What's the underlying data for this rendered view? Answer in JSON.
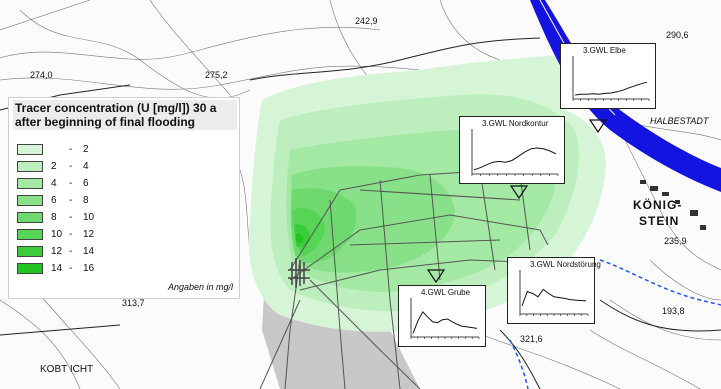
{
  "legend": {
    "title": "Tracer concentration (U [mg/l]) 30 a after beginning of final flooding",
    "unit_note": "Angaben in mg/l",
    "classes": [
      {
        "from": "",
        "to": "2",
        "color": "#d6f5d6"
      },
      {
        "from": "2",
        "to": "4",
        "color": "#bdeebd"
      },
      {
        "from": "4",
        "to": "6",
        "color": "#a3e8a3"
      },
      {
        "from": "6",
        "to": "8",
        "color": "#88e088"
      },
      {
        "from": "8",
        "to": "10",
        "color": "#6fd96f"
      },
      {
        "from": "10",
        "to": "12",
        "color": "#55d455"
      },
      {
        "from": "12",
        "to": "14",
        "color": "#3bcc3b"
      },
      {
        "from": "14",
        "to": "16",
        "color": "#22c422"
      }
    ]
  },
  "insets": [
    {
      "label": "3.GWL Elbe",
      "series": [
        0.1,
        0.12,
        0.12,
        0.13,
        0.12,
        0.14,
        0.15,
        0.18,
        0.22,
        0.28,
        0.33,
        0.38,
        0.42
      ]
    },
    {
      "label": "3.GWL Nordkontur",
      "series": [
        0.1,
        0.15,
        0.22,
        0.28,
        0.3,
        0.28,
        0.32,
        0.42,
        0.52,
        0.6,
        0.62,
        0.6,
        0.55,
        0.48
      ]
    },
    {
      "label": "3.GWL Nordstörung",
      "series": [
        0.2,
        0.55,
        0.5,
        0.42,
        0.6,
        0.5,
        0.42,
        0.4,
        0.38,
        0.35,
        0.34,
        0.33,
        0.32
      ]
    },
    {
      "label": "4.GWL Grube",
      "series": [
        0.1,
        0.45,
        0.7,
        0.55,
        0.42,
        0.4,
        0.48,
        0.5,
        0.42,
        0.35,
        0.3,
        0.28,
        0.26,
        0.24
      ]
    }
  ],
  "map_labels": {
    "elev_274": "274,0",
    "elev_275": "275,2",
    "elev_242": "242,9",
    "elev_290": "290,6",
    "elev_313": "313,7",
    "elev_235": "235,9",
    "elev_193": "193,8",
    "elev_321": "321,6",
    "town_konigstein_1": "KÖNIG-",
    "town_konigstein_2": "STEIN",
    "place_halbestadt": "HALBESTADT",
    "place_kortich": "KOBT ICHT"
  },
  "colors": {
    "river": "#1414e0",
    "plume_outer": "#d6f5d6",
    "plume_core": "#22c422",
    "mine_area": "#c8c8c8",
    "tunnels": "#555555"
  }
}
